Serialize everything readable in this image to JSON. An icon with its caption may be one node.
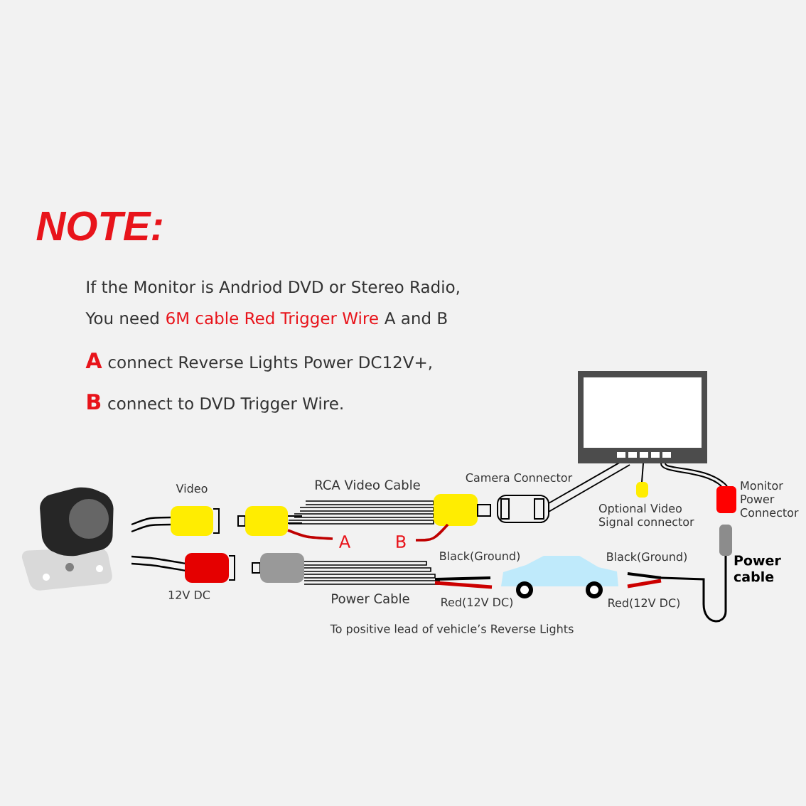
{
  "diagram": {
    "title": "NOTE:",
    "labels": [
      "If the Monitor is Andriod DVD or Stereo Radio,",
      "You need",
      "6M cable Red Trigger Wire",
      "A and B",
      "A",
      "connect Reverse Lights Power DC12V+,",
      "B",
      "connect to DVD Trigger Wire.",
      "Camera Connector",
      "Video",
      "RCA Video Cable",
      "Monitor Power Connector",
      "Optional Video Signal connector",
      "A",
      "B",
      "Power cable",
      "Black(Ground)",
      "Black(Ground)",
      "12V DC",
      "Power Cable",
      "Red(12V DC)",
      "Red(12V DC)",
      "To positive lead of vehicle’s Reverse Lights"
    ]
  }
}
